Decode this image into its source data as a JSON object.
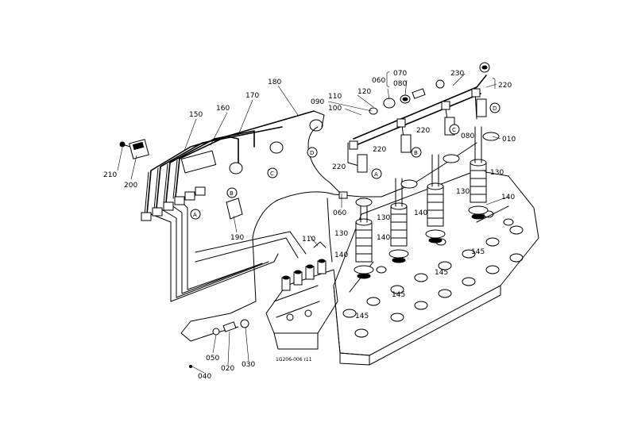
{
  "parts": [
    "010",
    "020",
    "030",
    "040",
    "050",
    "060",
    "070",
    "080",
    "090",
    "100",
    "110",
    "120",
    "130",
    "140",
    "145",
    "150",
    "160",
    "170",
    "180",
    "190",
    "200",
    "210",
    "220",
    "230"
  ],
  "callouts": [
    "A",
    "B",
    "C",
    "D"
  ],
  "drawing_code": "1G206-006 r11",
  "labels": {
    "p210": "210",
    "p200": "200",
    "p150": "150",
    "p160": "160",
    "p170": "170",
    "p180": "180",
    "p190": "190",
    "p090": "090",
    "p110a": "110",
    "p100": "100",
    "p120": "120",
    "p060a": "060",
    "p070": "070",
    "p080a": "080",
    "p230": "230",
    "p220a": "220",
    "p220b": "220",
    "p220c": "220",
    "p220d": "220",
    "p080b": "080",
    "p010": "010",
    "p130a": "130",
    "p130b": "130",
    "p130c": "130",
    "p130d": "130",
    "p140a": "140",
    "p140b": "140",
    "p140c": "140",
    "p140d": "140",
    "p145a": "145",
    "p145b": "145",
    "p145c": "145",
    "p145d": "145",
    "p060b": "060",
    "p110b": "110",
    "p050": "050",
    "p020": "020",
    "p030": "030",
    "p040": "040",
    "cA1": "A",
    "cB1": "B",
    "cC1": "C",
    "cD1": "D",
    "cA2": "A",
    "cB2": "B",
    "cC2": "C",
    "cD2": "D"
  }
}
